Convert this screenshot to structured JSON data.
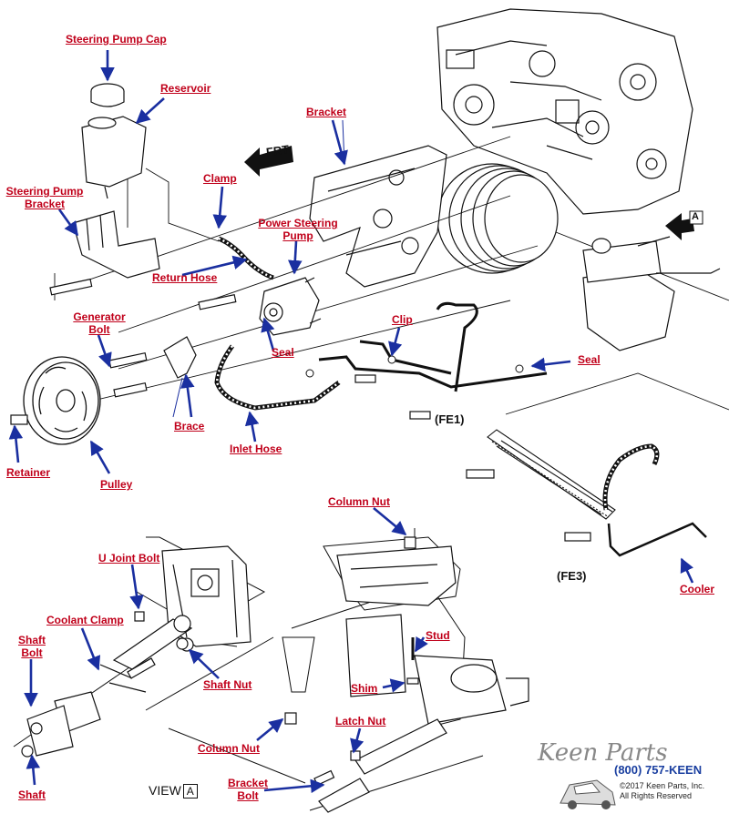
{
  "labels": {
    "steering_pump_cap": "Steering Pump Cap",
    "reservoir": "Reservoir",
    "steering_pump_bracket_1": "Steering Pump",
    "steering_pump_bracket_2": "Bracket",
    "clamp": "Clamp",
    "bracket_top": "Bracket",
    "power_steering_pump_1": "Power Steering",
    "power_steering_pump_2": "Pump",
    "return_hose": "Return Hose",
    "generator_bolt_1": "Generator",
    "generator_bolt_2": "Bolt",
    "clip": "Clip",
    "seal_mid": "Seal",
    "seal_right": "Seal",
    "brace": "Brace",
    "inlet_hose": "Inlet Hose",
    "retainer": "Retainer",
    "pulley": "Pulley",
    "column_nut_top": "Column Nut",
    "u_joint_bolt": "U Joint Bolt",
    "coolant_clamp": "Coolant Clamp",
    "shaft_bolt_1": "Shaft",
    "shaft_bolt_2": "Bolt",
    "stud": "Stud",
    "shaft_nut": "Shaft Nut",
    "shim": "Shim",
    "latch_nut": "Latch Nut",
    "column_nut_bottom": "Column Nut",
    "cooler": "Cooler",
    "shaft": "Shaft",
    "bracket_bolt_1": "Bracket",
    "bracket_bolt_2": "Bolt"
  },
  "tags": {
    "frt": "FRT",
    "view_a_arrow": "A",
    "fe1": "(FE1)",
    "fe3": "(FE3)",
    "view": "VIEW",
    "view_box": "A"
  },
  "logo": {
    "brand": "Keen Parts",
    "phone": "(800) 757-KEEN",
    "copyright": "©2017 Keen Parts, Inc.",
    "rights": "All Rights Reserved"
  },
  "colors": {
    "label": "#c0001a",
    "leader": "#1a2fa0",
    "drawing": "#111111"
  }
}
